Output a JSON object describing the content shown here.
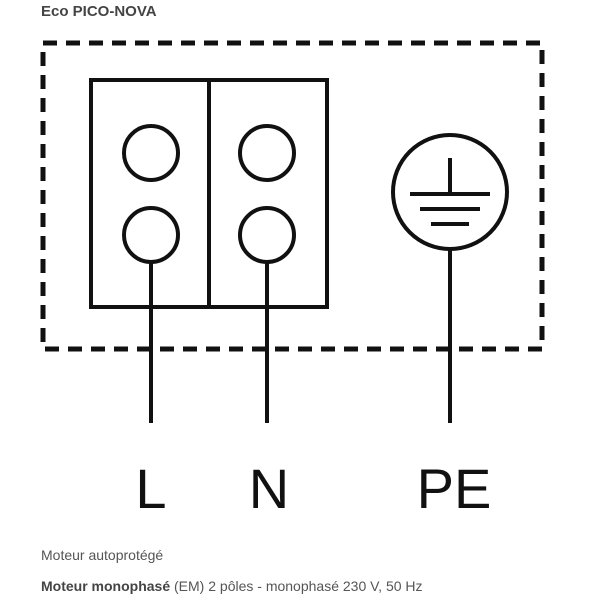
{
  "title": "Eco PICO-NOVA",
  "terminals": {
    "l": "L",
    "n": "N",
    "pe": "PE"
  },
  "description": {
    "line1": "Moteur autoprotégé",
    "line2_bold": "Moteur monophasé",
    "line2_rest": " (EM) 2 pôles - monophasé 230 V, 50 Hz"
  },
  "icons": {
    "ground": "ground-symbol-icon"
  },
  "colors": {
    "stroke": "#111111",
    "text": "#555555"
  }
}
